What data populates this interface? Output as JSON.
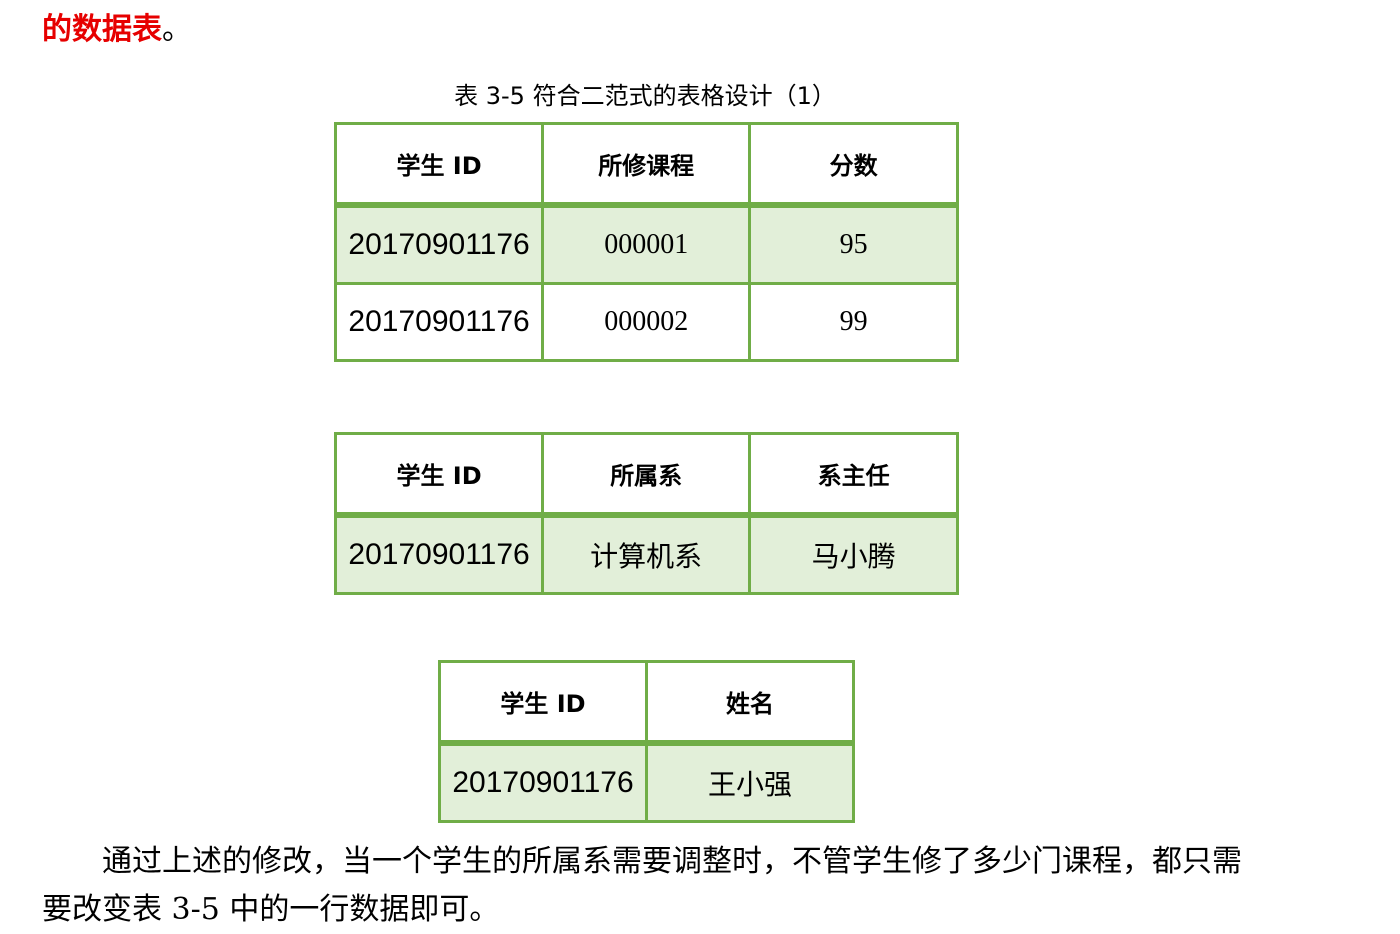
{
  "intro": {
    "red_text": "的数据表",
    "end_punct": "。"
  },
  "caption": "表 3-5 符合二范式的表格设计（1）",
  "table1": {
    "headers": [
      "学生 ID",
      "所修课程",
      "分数"
    ],
    "rows": [
      [
        "20170901176",
        "000001",
        "95"
      ],
      [
        "20170901176",
        "000002",
        "99"
      ]
    ]
  },
  "table2": {
    "headers": [
      "学生 ID",
      "所属系",
      "系主任"
    ],
    "rows": [
      [
        "20170901176",
        "计算机系",
        "马小腾"
      ]
    ]
  },
  "table3": {
    "headers": [
      "学生 ID",
      "姓名"
    ],
    "rows": [
      [
        "20170901176",
        "王小强"
      ]
    ]
  },
  "paragraph": {
    "line1": "通过上述的修改，当一个学生的所属系需要调整时，不管学生修了多少门课程，都只需",
    "line2": "要改变表 3-5 中的一行数据即可。"
  },
  "colors": {
    "border": "#70ad47",
    "shade": "#e2efd9",
    "red": "#e60000"
  }
}
